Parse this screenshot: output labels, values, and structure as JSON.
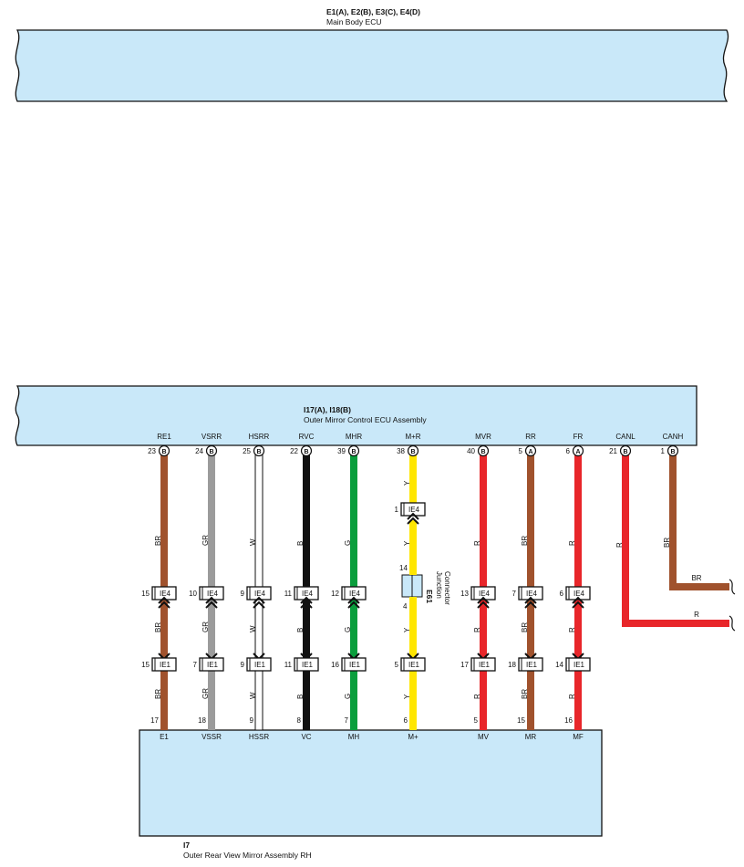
{
  "colors": {
    "box_fill": "#c9e8f9",
    "BR": "#a0522d",
    "GR": "#9b9b9b",
    "W": "#ffffff",
    "B": "#111111",
    "G": "#0a9e3c",
    "Y": "#ffe600",
    "R": "#e8262a"
  },
  "main_ecu": {
    "connectors": "E1(A), E2(B), E3(C), E4(D)",
    "name": "Main Body ECU"
  },
  "mirror_ecu": {
    "connectors": "I17(A), I18(B)",
    "name": "Outer Mirror Control ECU Assembly"
  },
  "mirror_rh": {
    "connector": "I7",
    "name": "Outer Rear View Mirror Assembly RH"
  },
  "junction": {
    "id": "E61",
    "label1": "Junction",
    "label2": "Connector",
    "pin_top": "14",
    "pin_bottom": "4"
  },
  "wires": [
    {
      "term": "RE1",
      "pin": "23",
      "conn": "B",
      "color": "BR",
      "c1": "15",
      "c1_name": "IE4",
      "c2": "15",
      "c2_name": "IE1",
      "end_pin": "17",
      "end_term": "E1"
    },
    {
      "term": "VSRR",
      "pin": "24",
      "conn": "B",
      "color": "GR",
      "c1": "10",
      "c1_name": "IE4",
      "c2": "7",
      "c2_name": "IE1",
      "end_pin": "18",
      "end_term": "VSSR"
    },
    {
      "term": "HSRR",
      "pin": "25",
      "conn": "B",
      "color": "W",
      "c1": "9",
      "c1_name": "IE4",
      "c2": "9",
      "c2_name": "IE1",
      "end_pin": "9",
      "end_term": "HSSR"
    },
    {
      "term": "RVC",
      "pin": "22",
      "conn": "B",
      "color": "B",
      "c1": "11",
      "c1_name": "IE4",
      "c2": "11",
      "c2_name": "IE1",
      "end_pin": "8",
      "end_term": "VC"
    },
    {
      "term": "MHR",
      "pin": "39",
      "conn": "B",
      "color": "G",
      "c1": "12",
      "c1_name": "IE4",
      "c2": "16",
      "c2_name": "IE1",
      "end_pin": "7",
      "end_term": "MH"
    },
    {
      "term": "M+R",
      "pin": "38",
      "conn": "B",
      "color": "Y",
      "top_conn": "1",
      "top_conn_name": "IE4",
      "c2": "5",
      "c2_name": "IE1",
      "end_pin": "6",
      "end_term": "M+"
    },
    {
      "term": "MVR",
      "pin": "40",
      "conn": "B",
      "color": "R",
      "c1": "13",
      "c1_name": "IE4",
      "c2": "17",
      "c2_name": "IE1",
      "end_pin": "5",
      "end_term": "MV"
    },
    {
      "term": "RR",
      "pin": "5",
      "conn": "A",
      "color": "BR",
      "c1": "7",
      "c1_name": "IE4",
      "c2": "18",
      "c2_name": "IE1",
      "end_pin": "15",
      "end_term": "MR"
    },
    {
      "term": "FR",
      "pin": "6",
      "conn": "A",
      "color": "R",
      "c1": "6",
      "c1_name": "IE4",
      "c2": "14",
      "c2_name": "IE1",
      "end_pin": "16",
      "end_term": "MF"
    },
    {
      "term": "CANL",
      "pin": "21",
      "conn": "B",
      "color": "R",
      "exit": true
    },
    {
      "term": "CANH",
      "pin": "1",
      "conn": "B",
      "color": "BR",
      "exit": true
    }
  ]
}
